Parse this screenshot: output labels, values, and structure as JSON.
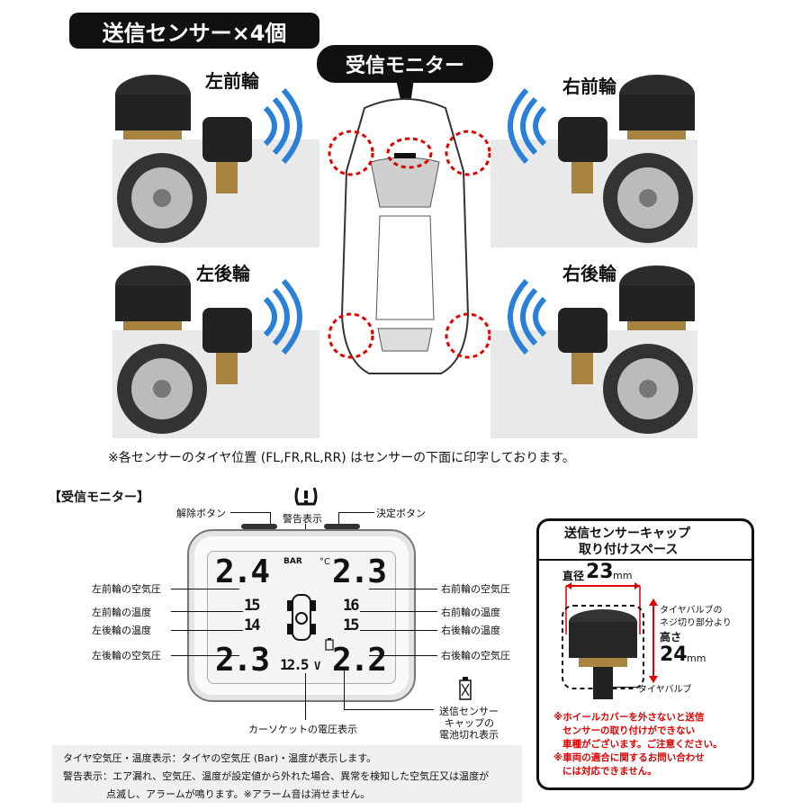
{
  "top": {
    "title": "送信センサー×4個",
    "monitor_label": "受信モニター",
    "wheels": {
      "front_left": "左前輪",
      "front_right": "右前輪",
      "rear_left": "左後輪",
      "rear_right": "右後輪"
    },
    "note": "※各センサーのタイヤ位置 (FL,FR,RL,RR) はセンサーの下面に印字しております。"
  },
  "monitor": {
    "section_title": "【受信モニター】",
    "buttons": {
      "release": "解除ボタン",
      "enter": "決定ボタン"
    },
    "warning_display": "警告表示",
    "readings": {
      "fl_pressure": "2.4",
      "fr_pressure": "2.3",
      "rl_pressure": "2.3",
      "rr_pressure": "2.2",
      "fl_temp": "15",
      "fr_temp": "16",
      "rl_temp": "14",
      "rr_temp": "15",
      "voltage": "12.5",
      "voltage_unit": "V",
      "unit_bar": "BAR",
      "unit_temp": "°C"
    },
    "labels_left": {
      "fl_pressure": "左前輪の空気圧",
      "fl_temp": "左前輪の温度",
      "rl_temp": "左後輪の温度",
      "rl_pressure": "左後輪の空気圧"
    },
    "labels_right": {
      "fr_pressure": "右前輪の空気圧",
      "fr_temp": "右前輪の温度",
      "rr_temp": "右後輪の温度",
      "rr_pressure": "右後輪の空気圧"
    },
    "voltage_label": "カーソケットの電圧表示",
    "battery_label_1": "送信センサー",
    "battery_label_2": "キャップの",
    "battery_label_3": "電池切れ表示",
    "notes": [
      "タイヤ空気圧・温度表示：タイヤの空気圧 (Bar)・温度が表示します。",
      "警告表示：エア漏れ、空気圧、温度が設定値から外れた場合、異常を検知した空気圧又は温度が",
      "点滅し、アラームが鳴ります。※アラーム音は消せません。"
    ]
  },
  "cap_space": {
    "title_1": "送信センサーキャップ",
    "title_2": "取り付けスペース",
    "diameter_label": "直径",
    "diameter_value": "23",
    "diameter_unit": "mm",
    "height_note_1": "タイヤバルブの",
    "height_note_2": "ネジ切り部分より",
    "height_label": "高さ",
    "height_value": "24",
    "height_unit": "mm",
    "valve_label": "タイヤバルブ",
    "warning_lines": [
      "※ホイールカバーを外さないと送信",
      "センサーの取り付けができない",
      "車種がございます。ご注意ください。",
      "※車両の適合に関するお問い合わせ",
      "には対応できません。"
    ]
  },
  "colors": {
    "accent_red": "#e00000",
    "wave_blue": "#2a7fd8"
  }
}
